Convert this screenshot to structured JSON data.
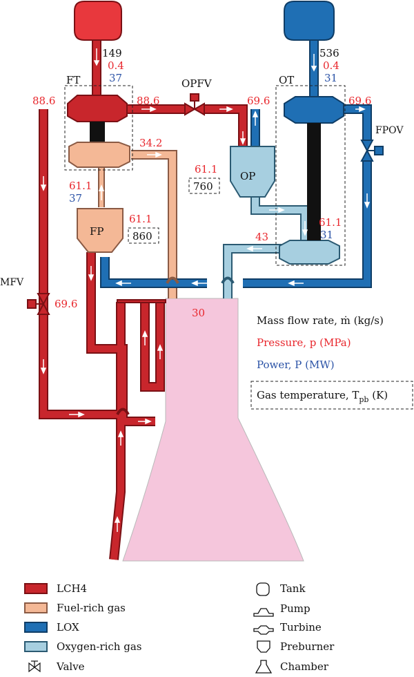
{
  "components": {
    "fuel_turbine": "FT",
    "oxidizer_turbine": "OT",
    "fuel_pump": "FP",
    "oxidizer_pump": "OP",
    "opfv_valve": "OPFV",
    "fpov_valve": "FPOV",
    "mfv_valve": "MFV"
  },
  "fuel_line": {
    "mass_flow": "149",
    "pressure": "0.4",
    "power": "37",
    "ft_inlet_left_pressure": "88.6",
    "ft_inlet_right_pressure": "88.6",
    "fuel_rich_pressure": "34.2",
    "fp_outlet_pressure": "61.1",
    "fp_power": "37",
    "fp_preburner_pressure": "61.1",
    "fp_gas_temp": "860",
    "mfv_pressure": "69.6",
    "chamber_pressure": "30"
  },
  "ox_line": {
    "mass_flow": "536",
    "pressure": "0.4",
    "power": "31",
    "ot_inlet_left_pressure": "69.6",
    "ot_inlet_right_pressure": "69.6",
    "op_preburner_pressure": "61.1",
    "op_gas_temp": "760",
    "ot_pump_pressure": "61.1",
    "ot_pump_power": "31",
    "ox_rich_pressure": "43"
  },
  "info_legend": {
    "mass_flow": "Mass flow rate, ṁ (kg/s)",
    "pressure": "Pressure, p (MPa)",
    "power": "Power, P (MW)",
    "gas_temp_main": "Gas temperature, T",
    "gas_temp_sub": "pb",
    "gas_temp_unit": " (K)"
  },
  "line_legend": {
    "lch4": "LCH4",
    "fuel_rich": "Fuel-rich gas",
    "lox": "LOX",
    "oxygen_rich": "Oxygen-rich gas",
    "valve": "Valve"
  },
  "symbol_legend": {
    "tank": "Tank",
    "pump": "Pump",
    "turbine": "Turbine",
    "preburner": "Preburner",
    "chamber": "Chamber"
  },
  "colors": {
    "lch4": "#c8262c",
    "lch4_light": "#e8383d",
    "fuel_rich": "#f4b896",
    "lox": "#1f6fb4",
    "oxygen_rich": "#a7cfe0",
    "chamber": "#f5c6dc",
    "pressure_text": "#e8262c",
    "power_text": "#2a52a6"
  }
}
